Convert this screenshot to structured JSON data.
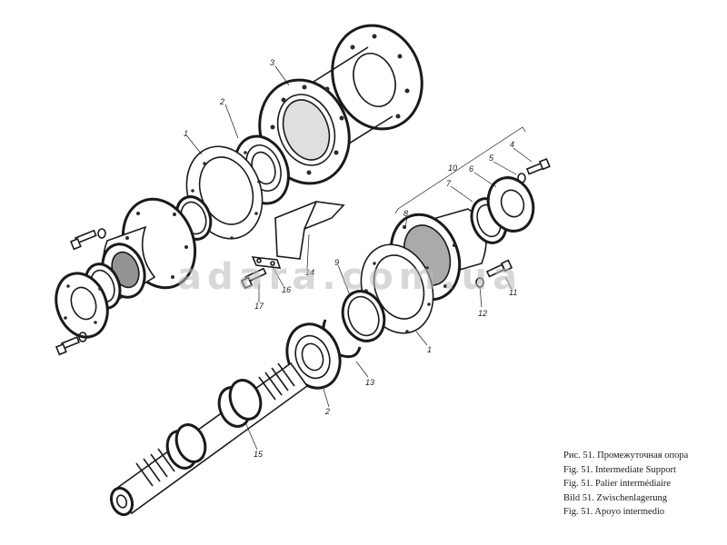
{
  "watermark": "adara.com.ua",
  "caption_lines": [
    "Рис. 51. Промежуточная опора",
    "Fig. 51. Intermediate Support",
    "Fig. 51. Palier intermédiaire",
    "Bild 51. Zwischenlagerung",
    "Fig. 51. Apoyo intermedio"
  ],
  "part_numbers": {
    "p1_left": "1",
    "p2_top": "2",
    "p3": "3",
    "p4": "4",
    "p5": "5",
    "p6": "6",
    "p7": "7",
    "p8": "8",
    "p9": "9",
    "p10": "10",
    "p11": "11",
    "p12": "12",
    "p13": "13",
    "p14": "14",
    "p15": "15",
    "p16": "16",
    "p17": "17",
    "p1_right": "1",
    "p2_bottom": "2"
  }
}
